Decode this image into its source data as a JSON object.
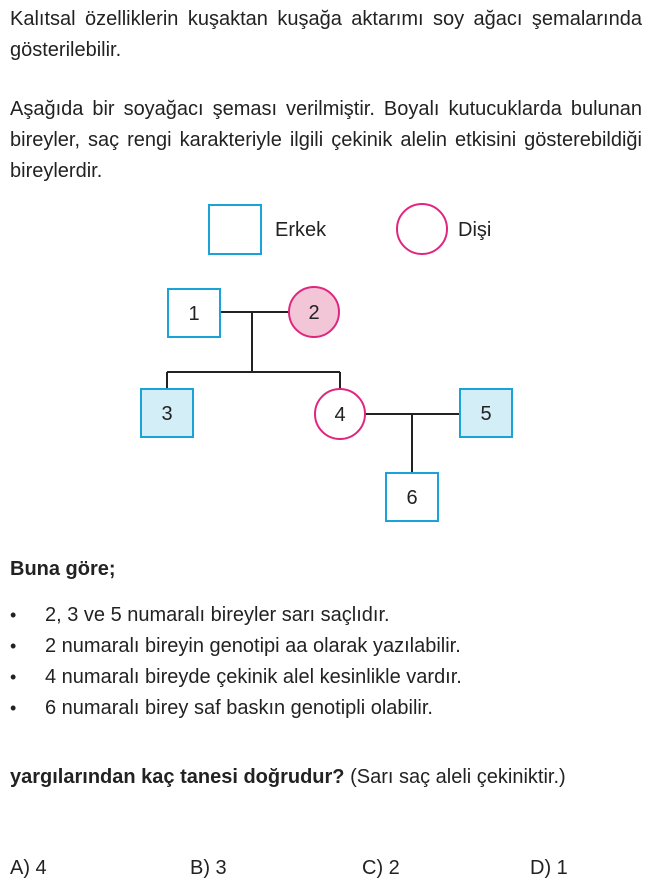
{
  "intro": {
    "paragraph1": "Kalıtsal özelliklerin kuşaktan kuşağa aktarımı soy ağacı şemalarında gösterilebilir.",
    "paragraph2": "Aşağıda bir soyağacı şeması verilmiştir. Boyalı kutucuk­larda bulunan bireyler, saç rengi karakteriyle ilgili çekinik alelin etkisini gösterebildiği bireylerdir."
  },
  "legend": {
    "male_label": "Erkek",
    "female_label": "Dişi"
  },
  "pedigree": {
    "individuals": [
      {
        "id": "1",
        "label": "1",
        "sex": "male",
        "shaded": false
      },
      {
        "id": "2",
        "label": "2",
        "sex": "female",
        "shaded": true
      },
      {
        "id": "3",
        "label": "3",
        "sex": "male",
        "shaded": true
      },
      {
        "id": "4",
        "label": "4",
        "sex": "female",
        "shaded": false
      },
      {
        "id": "5",
        "label": "5",
        "sex": "male",
        "shaded": true
      },
      {
        "id": "6",
        "label": "6",
        "sex": "male",
        "shaded": false
      }
    ],
    "colors": {
      "male_stroke": "#1aa3d9",
      "male_fill_shaded": "#d4eef8",
      "female_stroke": "#e0267e",
      "female_fill_shaded": "#f2c6d7",
      "line": "#222222"
    }
  },
  "question": {
    "heading": "Buna göre;",
    "statements": [
      "2, 3 ve 5 numaralı bireyler sarı saçlıdır.",
      "2 numaralı bireyin genotipi aa olarak yazılabilir.",
      "4 numaralı bireyde çekinik alel kesinlikle vardır.",
      "6 numaralı birey saf baskın genotipli olabilir."
    ],
    "bullet": "•",
    "prompt_bold": "yargılarından kaç tanesi doğrudur?",
    "prompt_note": "(Sarı saç aleli çeki­niktir.)",
    "options": [
      "A) 4",
      "B) 3",
      "C) 2",
      "D) 1"
    ]
  }
}
